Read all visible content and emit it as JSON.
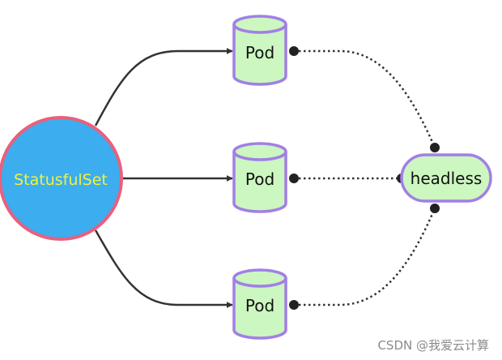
{
  "nodes": {
    "statefulset": {
      "label": "StatusfulSet"
    },
    "pods": [
      {
        "label": "Pod"
      },
      {
        "label": "Pod"
      },
      {
        "label": "Pod"
      }
    ],
    "service": {
      "label": "headless"
    }
  },
  "watermark": "CSDN @我爱云计算",
  "colors": {
    "statefulset_fill": "#3cadee",
    "statefulset_stroke": "#e8607e",
    "statefulset_text": "#f2f23a",
    "pod_fill": "#ccf7c0",
    "pod_stroke": "#a27fe6",
    "edge": "#333333"
  }
}
